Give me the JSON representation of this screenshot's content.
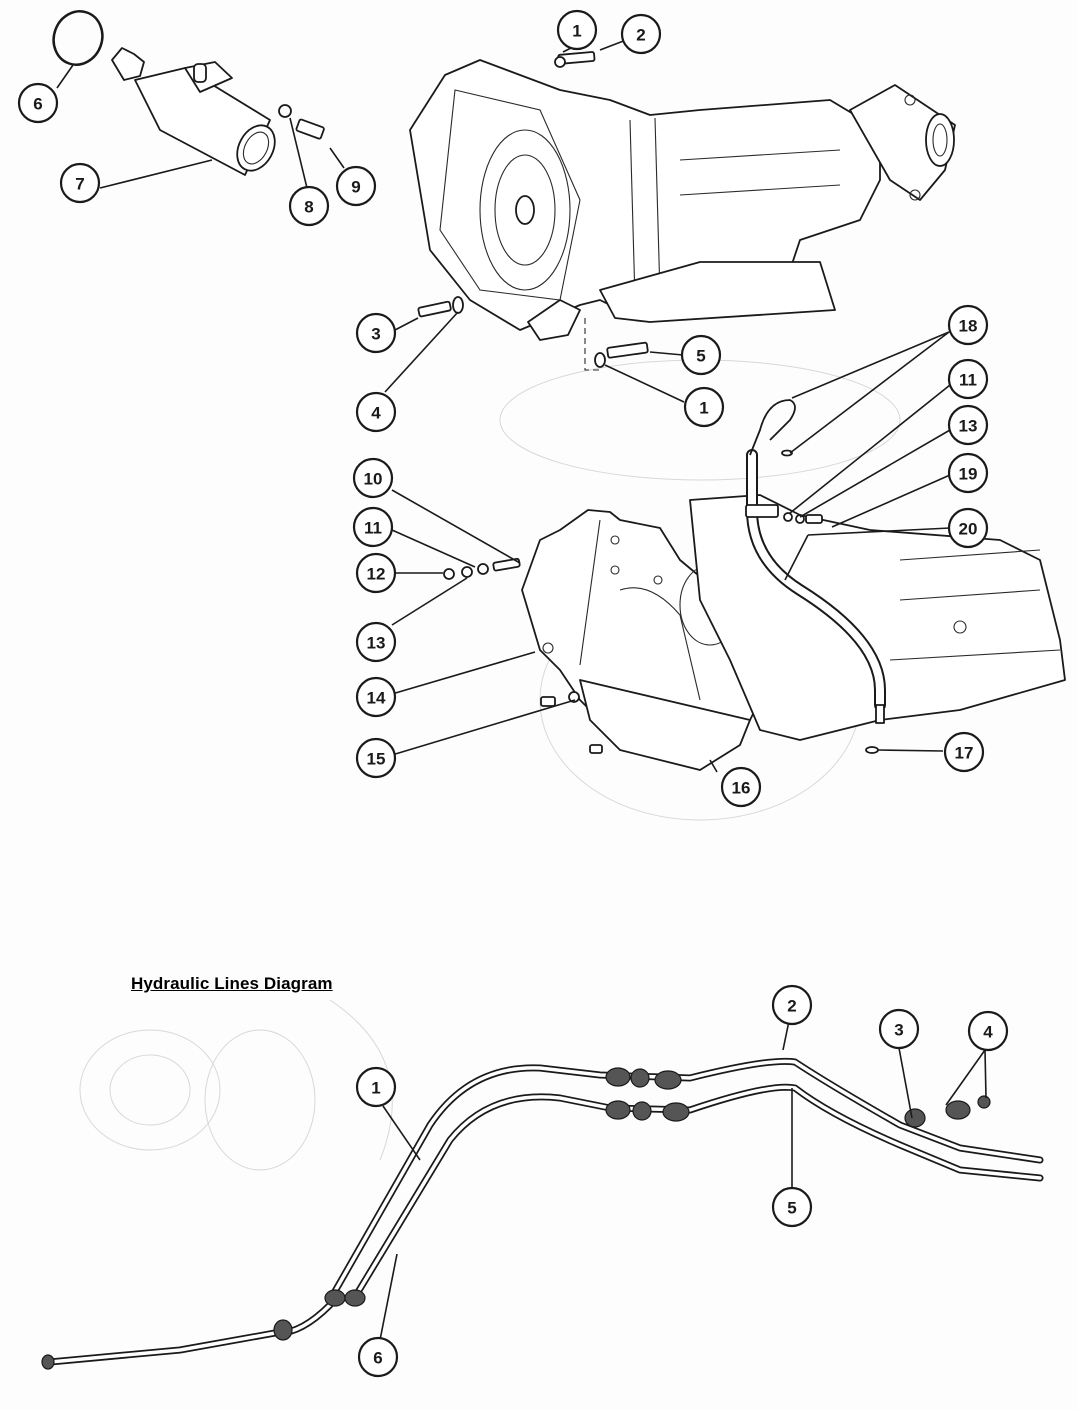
{
  "diagram": {
    "section_upper": {
      "name": "Transmission assembly exploded view",
      "callouts": [
        {
          "id": "u-1a",
          "label": "1"
        },
        {
          "id": "u-2",
          "label": "2"
        },
        {
          "id": "u-6",
          "label": "6"
        },
        {
          "id": "u-7",
          "label": "7"
        },
        {
          "id": "u-8",
          "label": "8"
        },
        {
          "id": "u-9",
          "label": "9"
        },
        {
          "id": "u-3",
          "label": "3"
        },
        {
          "id": "u-4",
          "label": "4"
        },
        {
          "id": "u-5",
          "label": "5"
        },
        {
          "id": "u-1b",
          "label": "1"
        },
        {
          "id": "u-18",
          "label": "18"
        },
        {
          "id": "u-11a",
          "label": "11"
        },
        {
          "id": "u-13a",
          "label": "13"
        },
        {
          "id": "u-19",
          "label": "19"
        },
        {
          "id": "u-20",
          "label": "20"
        },
        {
          "id": "u-10",
          "label": "10"
        },
        {
          "id": "u-11b",
          "label": "11"
        },
        {
          "id": "u-12",
          "label": "12"
        },
        {
          "id": "u-13b",
          "label": "13"
        },
        {
          "id": "u-14",
          "label": "14"
        },
        {
          "id": "u-15",
          "label": "15"
        },
        {
          "id": "u-16",
          "label": "16"
        },
        {
          "id": "u-17",
          "label": "17"
        }
      ]
    },
    "section_lower": {
      "heading": "Hydraulic Lines Diagram",
      "callouts": [
        {
          "id": "l-1",
          "label": "1"
        },
        {
          "id": "l-2",
          "label": "2"
        },
        {
          "id": "l-3",
          "label": "3"
        },
        {
          "id": "l-4",
          "label": "4"
        },
        {
          "id": "l-5",
          "label": "5"
        },
        {
          "id": "l-6",
          "label": "6"
        }
      ]
    }
  }
}
